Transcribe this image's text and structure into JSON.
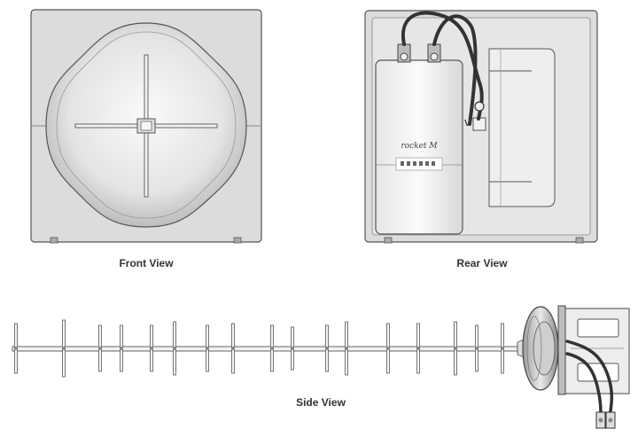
{
  "views": {
    "front": {
      "label": "Front View"
    },
    "rear": {
      "label": "Rear View",
      "device_logo": "rocket M",
      "port_label": "V"
    },
    "side": {
      "label": "Side View"
    }
  },
  "colors": {
    "outline": "#555555",
    "panel_fill": "#dcdcdc",
    "panel_light": "#ececec",
    "cable": "#333333"
  }
}
